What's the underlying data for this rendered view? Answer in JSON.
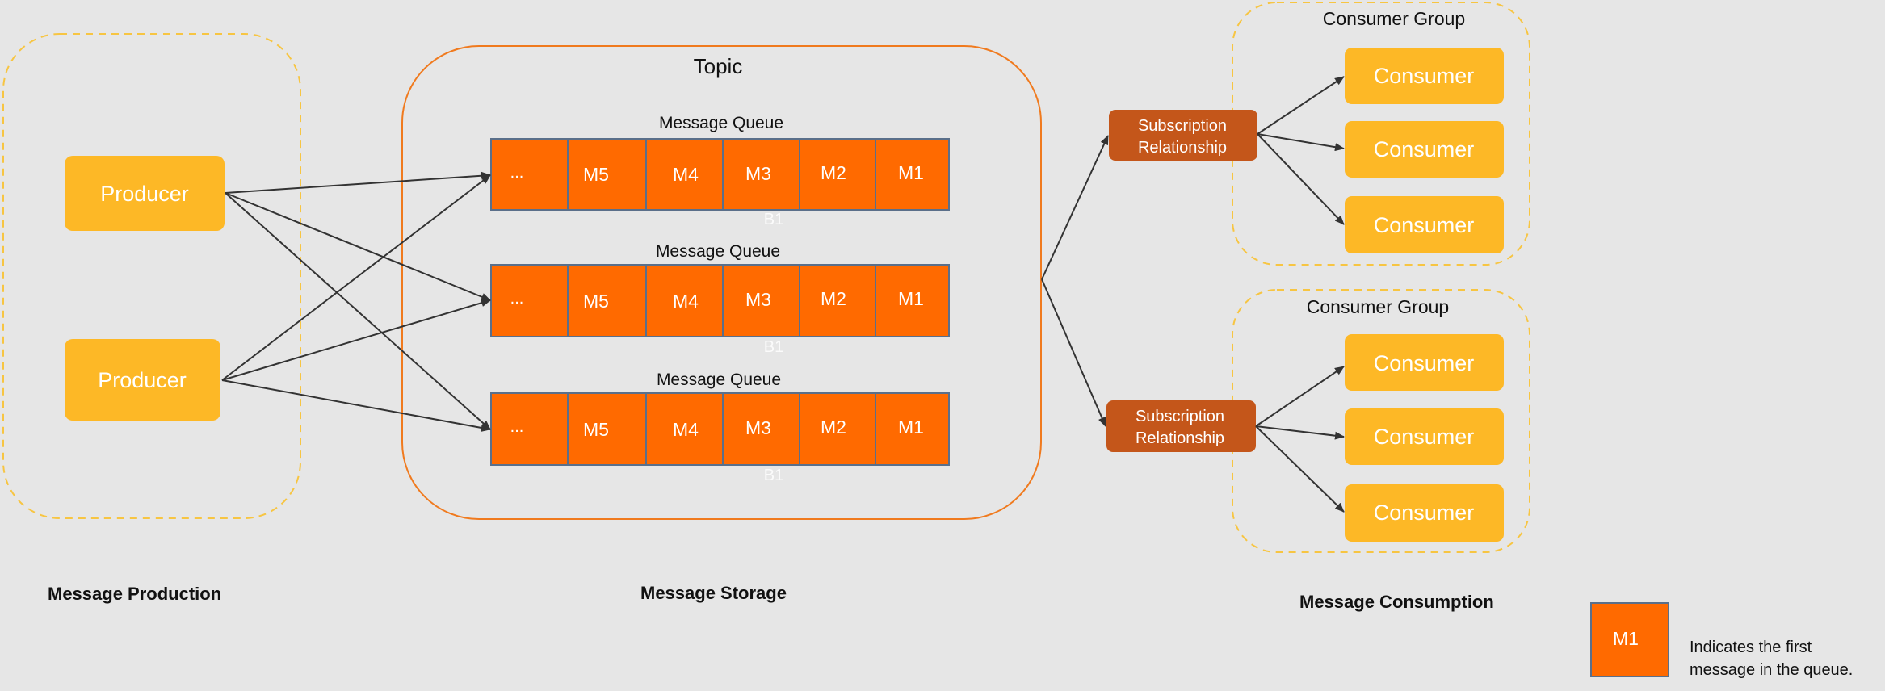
{
  "production": {
    "section_label": "Message Production",
    "producers": [
      "Producer",
      "Producer"
    ]
  },
  "storage": {
    "title": "Topic",
    "section_label": "Message Storage",
    "queues": [
      {
        "label": "Message Queue",
        "cells": [
          "...",
          "M5",
          "M4",
          "M3",
          "M2",
          "M1"
        ],
        "mark": "B1"
      },
      {
        "label": "Message Queue",
        "cells": [
          "...",
          "M5",
          "M4",
          "M3",
          "M2",
          "M1"
        ],
        "mark": "B1"
      },
      {
        "label": "Message Queue",
        "cells": [
          "...",
          "M5",
          "M4",
          "M3",
          "M2",
          "M1"
        ],
        "mark": "B1"
      }
    ]
  },
  "consumption": {
    "section_label": "Message Consumption",
    "groups": [
      {
        "label": "Consumer Group",
        "subscription": [
          "Subscription",
          "Relationship"
        ],
        "consumers": [
          "Consumer",
          "Consumer",
          "Consumer"
        ]
      },
      {
        "label": "Consumer Group",
        "subscription": [
          "Subscription",
          "Relationship"
        ],
        "consumers": [
          "Consumer",
          "Consumer",
          "Consumer"
        ]
      }
    ]
  },
  "legend": {
    "cell": "M1",
    "text_lines": [
      "Indicates the first",
      "message in the queue."
    ]
  },
  "colors": {
    "background": "#e6e6e6",
    "producer": "#fdb826",
    "consumer": "#fdb826",
    "queue_cell": "#ff6a00",
    "queue_border": "#5a6f8a",
    "topic_border": "#f07a1e",
    "group_border": "#f7c542",
    "subscription": "#c4561a",
    "arrow": "#333333"
  }
}
